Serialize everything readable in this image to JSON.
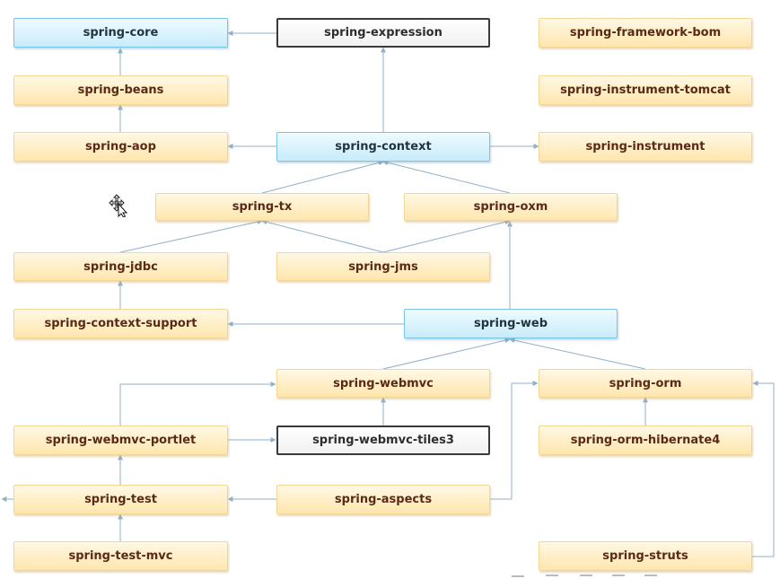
{
  "nodes": {
    "core": "spring-core",
    "expression": "spring-expression",
    "bom": "spring-framework-bom",
    "beans": "spring-beans",
    "instrument_tomcat": "spring-instrument-tomcat",
    "aop": "spring-aop",
    "context": "spring-context",
    "instrument": "spring-instrument",
    "tx": "spring-tx",
    "oxm": "spring-oxm",
    "jdbc": "spring-jdbc",
    "jms": "spring-jms",
    "context_support": "spring-context-support",
    "web": "spring-web",
    "webmvc": "spring-webmvc",
    "orm": "spring-orm",
    "webmvc_portlet": "spring-webmvc-portlet",
    "webmvc_tiles3": "spring-webmvc-tiles3",
    "orm_hibernate4": "spring-orm-hibernate4",
    "test": "spring-test",
    "aspects": "spring-aspects",
    "test_mvc": "spring-test-mvc",
    "struts": "spring-struts"
  },
  "colors": {
    "orange_fill": "#ffe6ad",
    "blue_fill": "#c8ecfb",
    "dark_border": "#3a3a3a",
    "edge": "#8fb0c8",
    "text": "#5a2a17"
  },
  "icons": {
    "cursor": "move-cursor-icon"
  }
}
